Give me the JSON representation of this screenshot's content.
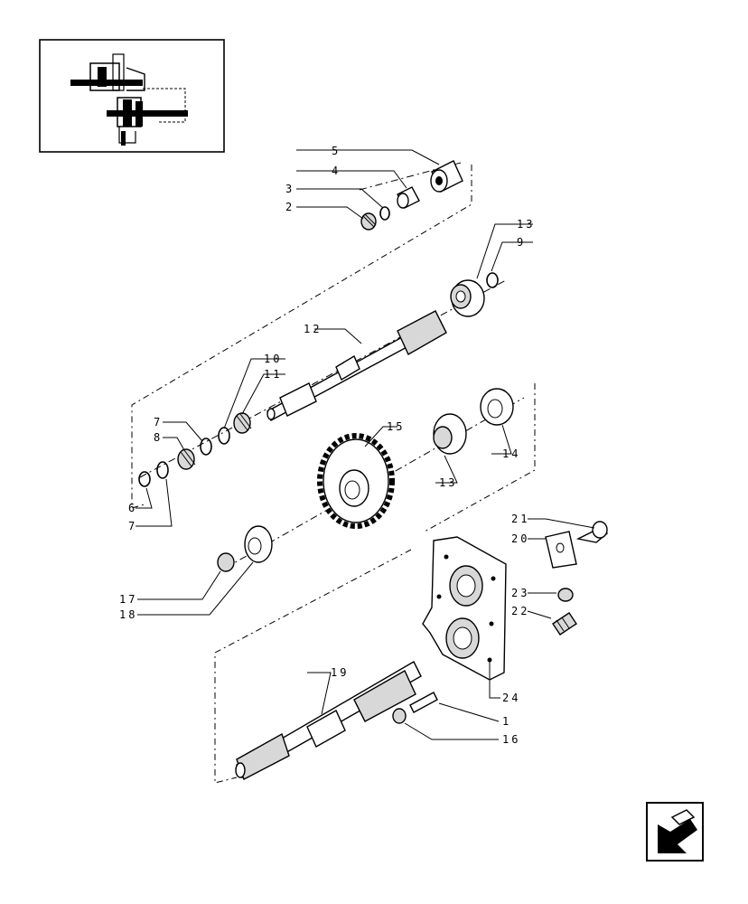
{
  "callouts": {
    "c1": "1",
    "c2": "2",
    "c3": "3",
    "c4": "4",
    "c5": "5",
    "c6": "6",
    "c7a": "7",
    "c7b": "7",
    "c8": "8",
    "c9": "9",
    "c10": "10",
    "c11": "11",
    "c12": "12",
    "c13a": "13",
    "c13b": "13",
    "c14": "14",
    "c15": "15",
    "c16": "16",
    "c17": "17",
    "c18": "18",
    "c19": "19",
    "c20": "20",
    "c21": "21",
    "c22": "22",
    "c23": "23",
    "c24": "24"
  },
  "icons": {
    "thumbnail": "assembly-location-thumbnail",
    "navigation": "previous-page-arrow-icon"
  }
}
